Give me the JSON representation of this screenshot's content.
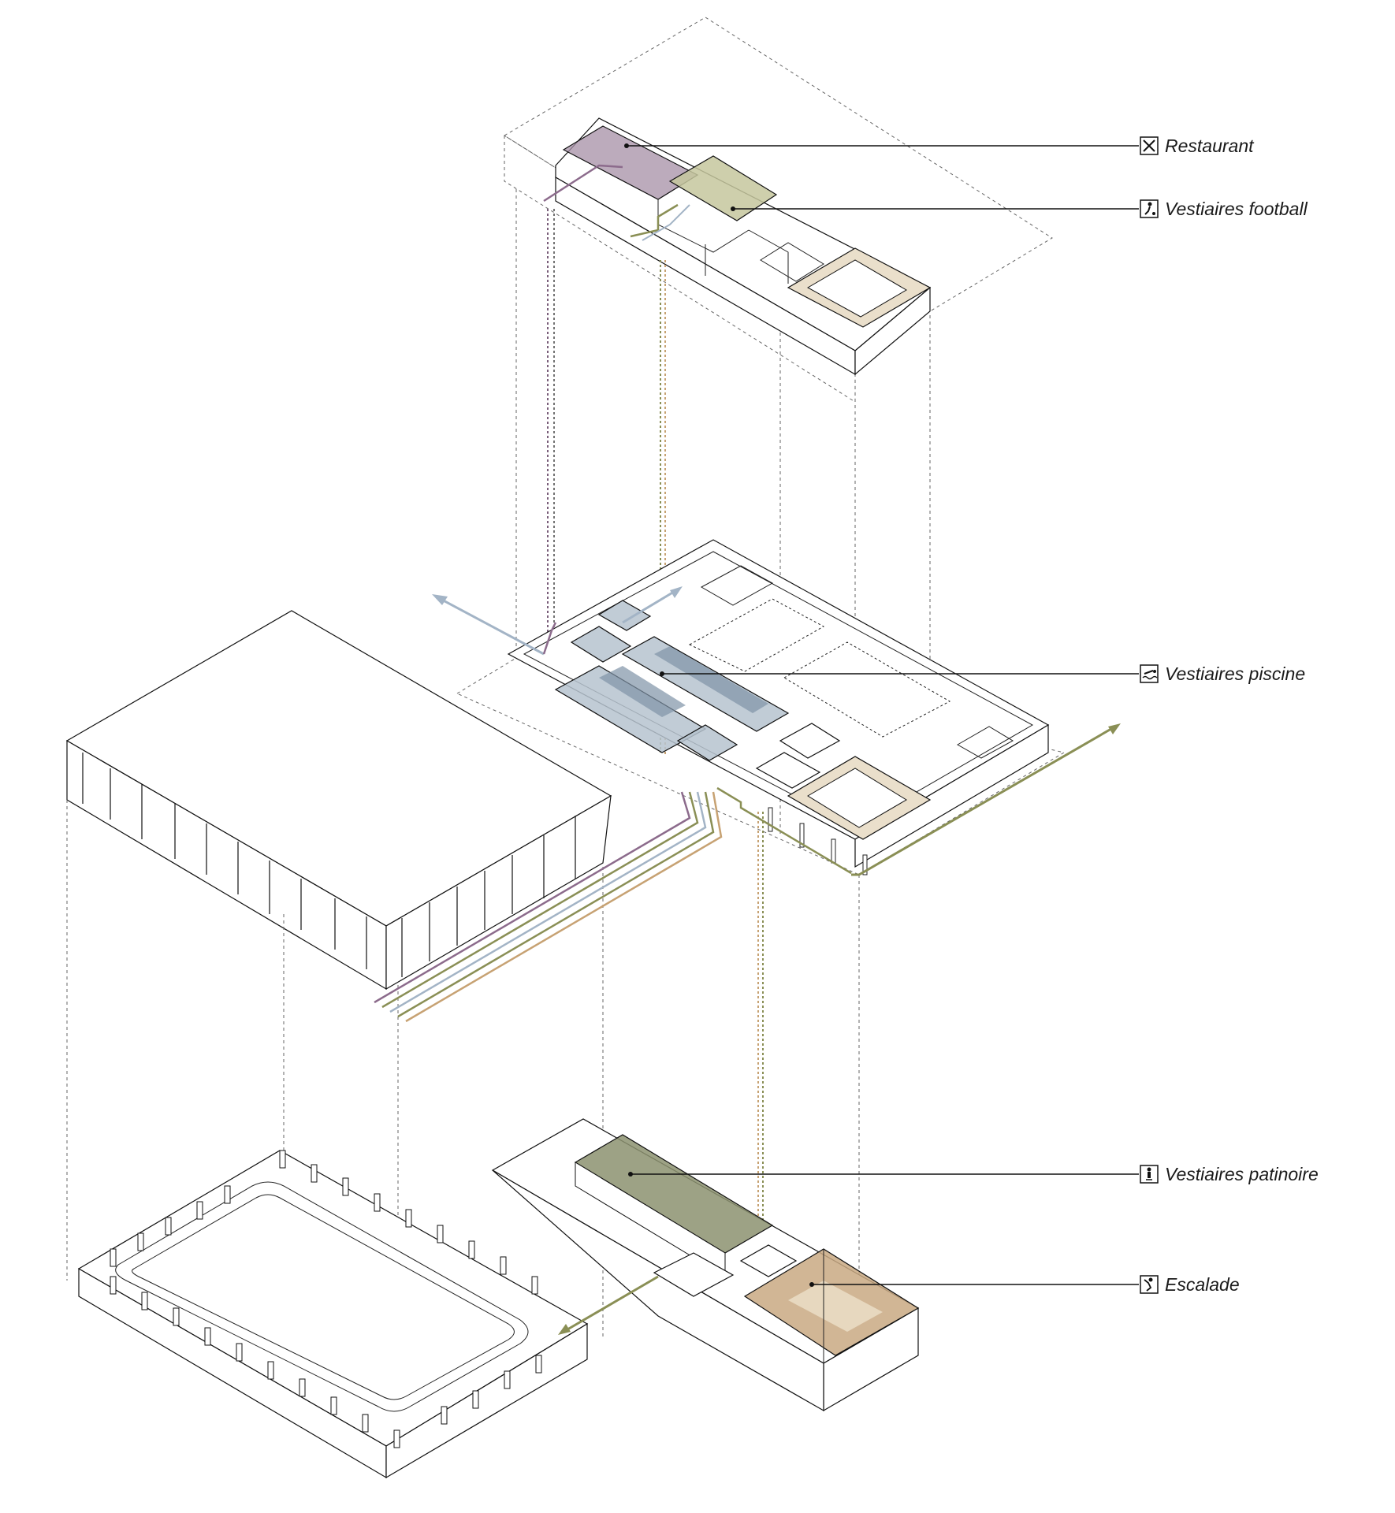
{
  "legend": [
    {
      "id": "restaurant",
      "label": "Restaurant",
      "icon": "cutlery-icon",
      "color": "#a68fa6"
    },
    {
      "id": "football",
      "label": "Vestiaires football",
      "icon": "football-player-icon",
      "color": "#c5c79e"
    },
    {
      "id": "piscine",
      "label": "Vestiaires piscine",
      "icon": "swimmer-icon",
      "color": "#b6c3cf"
    },
    {
      "id": "patinoire",
      "label": "Vestiaires patinoire",
      "icon": "skater-icon",
      "color": "#8c9270"
    },
    {
      "id": "escalade",
      "label": "Escalade",
      "icon": "climber-icon",
      "color": "#c9a982"
    }
  ],
  "path_colors": {
    "purple": "#8c6b8c",
    "olive": "#8a8f55",
    "blue": "#a3b4c6",
    "tan": "#c7a273"
  }
}
